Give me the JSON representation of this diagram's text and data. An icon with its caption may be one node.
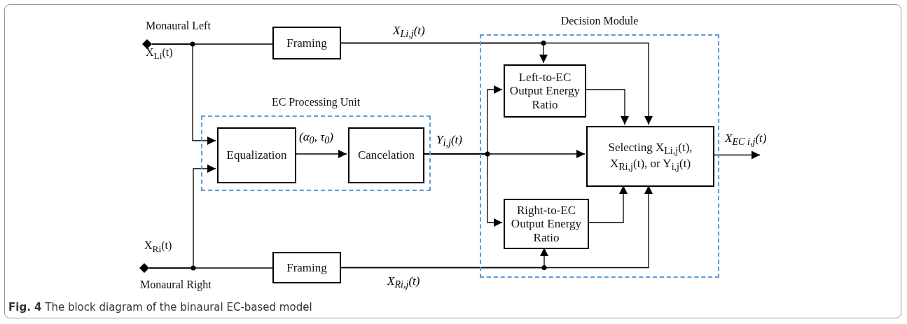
{
  "diagram": {
    "caption": "**Fig. 4** The block diagram of the binaural EC-based model",
    "nodes": [
      {
        "text": [],
        "shape": "diamond",
        "beside": [
          "Monaural Left",
          "X$_{Li}$(t)"
        ]
      },
      {
        "text": [],
        "shape": "diamond",
        "beside": [
          "X$_{Ri}$(t)",
          "Monaural Right"
        ]
      },
      {
        "text": [
          "Framing"
        ]
      },
      {
        "text": [
          "Framing"
        ]
      },
      {
        "text": [
          "EC Processing Unit"
        ]
      },
      {
        "text": [
          "Equalization"
        ],
        "in": 4
      },
      {
        "text": [
          "Cancelation"
        ],
        "in": 4
      },
      {
        "text": [
          "Decision Module"
        ]
      },
      {
        "text": [
          "Left-to-EC Output Energy Ratio"
        ],
        "in": 7
      },
      {
        "text": [
          "Right-to-EC Output Energy Ratio"
        ],
        "in": 7
      },
      {
        "text": [
          "Selecting X$_{Li,j}$(t), X$_{Ri,j}$(t), or Y$_{i,j}$(t)"
        ],
        "in": 7
      }
    ],
    "edges": [
      {
        "from": 0,
        "to": 2,
        "arrow": "none"
      },
      {
        "from": 0,
        "to": 5,
        "arrow": "to"
      },
      {
        "from": 1,
        "to": 3,
        "arrow": "none"
      },
      {
        "from": 1,
        "to": 5,
        "arrow": "to"
      },
      {
        "from": 5,
        "to": 6,
        "arrow": "to",
        "label": "(α$_{0}$, τ$_{0}$)"
      },
      {
        "from": 2,
        "to": 8,
        "arrow": "to",
        "label": "X$_{Li,j}$(t)"
      },
      {
        "from": 2,
        "to": 10,
        "arrow": "to"
      },
      {
        "from": 6,
        "to": 8,
        "arrow": "to",
        "label": "Y$_{i,j}$(t)"
      },
      {
        "from": 6,
        "to": 10,
        "arrow": "to"
      },
      {
        "from": 6,
        "to": 9,
        "arrow": "to"
      },
      {
        "from": 8,
        "to": 10,
        "arrow": "to"
      },
      {
        "from": 9,
        "to": 10,
        "arrow": "to"
      },
      {
        "from": 3,
        "to": 9,
        "arrow": "to",
        "label": "X$_{Ri,j}$(t)"
      },
      {
        "from": 3,
        "to": 10,
        "arrow": "to"
      },
      {
        "from": 10,
        "to": null,
        "arrow": "to",
        "label": "X$_{EC i,j}$(t)"
      }
    ]
  }
}
